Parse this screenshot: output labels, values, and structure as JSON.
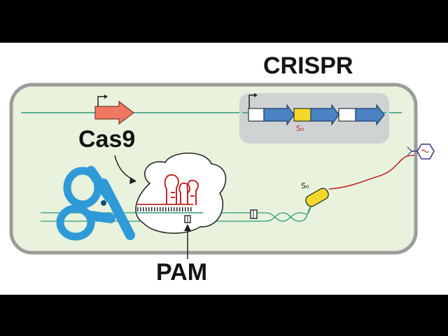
{
  "diagram": {
    "title": "CRISPR",
    "cas9_label": "Cas9",
    "pam_label": "PAM",
    "spacer_label_array": "S₀",
    "spacer_label_phage": "S₀"
  },
  "colors": {
    "cell_fill": "#e8f2dc",
    "cell_border": "#9c9c9c",
    "genome_line": "#2e9c7a",
    "cas9_gene": "#f07860",
    "repeat_arrow": "#4a82c4",
    "spacer": "#f2d82a",
    "scissors": "#2f9ad8",
    "guide_rna": "#c0282a",
    "crispr_box": "#cfd3d4"
  },
  "icons": [
    "scissors-icon",
    "bacteriophage-icon"
  ]
}
